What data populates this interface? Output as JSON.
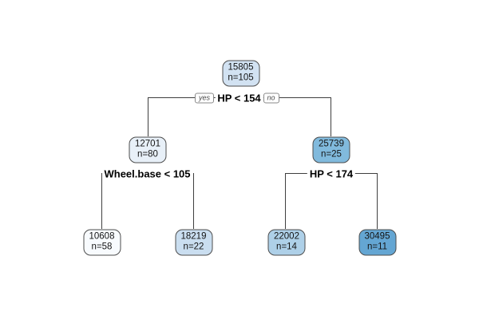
{
  "figure": {
    "type": "regression-tree-plot",
    "background": "#ffffff",
    "line_color": "#3f3f3f",
    "node_border_color": "#4d4d4d",
    "node_text_color": "#141414"
  },
  "nodes": {
    "root": {
      "value": "15805",
      "n": "n=105",
      "fill": "#d2e2f2"
    },
    "left": {
      "value": "12701",
      "n": "n=80",
      "fill": "#e8f0f8"
    },
    "right": {
      "value": "25739",
      "n": "n=25",
      "fill": "#81badd"
    },
    "leaf_ll": {
      "value": "10608",
      "n": "n=58",
      "fill": "#f8fbfe"
    },
    "leaf_lr": {
      "value": "18219",
      "n": "n=22",
      "fill": "#cadef0"
    },
    "leaf_rl": {
      "value": "22002",
      "n": "n=14",
      "fill": "#aed0e8"
    },
    "leaf_rr": {
      "value": "30495",
      "n": "n=11",
      "fill": "#64a6d3"
    }
  },
  "splits": {
    "root_split": {
      "condition": "HP < 154",
      "yes_label": "yes",
      "no_label": "no"
    },
    "left_split": {
      "condition": "Wheel.base < 105"
    },
    "right_split": {
      "condition": "HP < 174"
    }
  }
}
